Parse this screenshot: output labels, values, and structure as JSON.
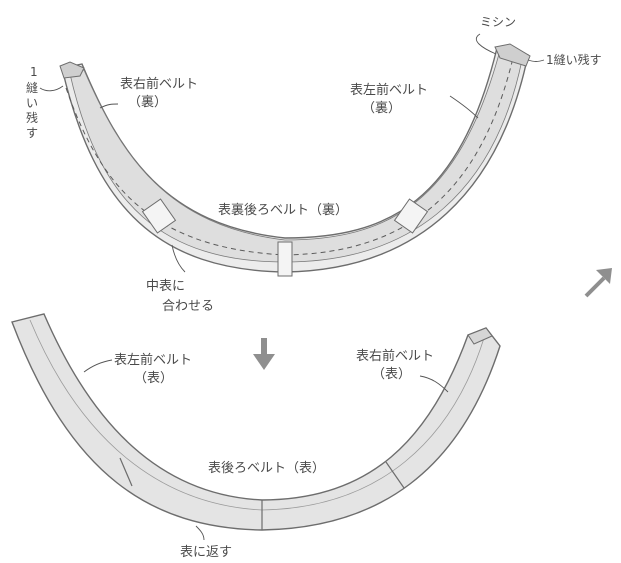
{
  "upper": {
    "left_edge_note_line1": "1",
    "left_edge_note_line2": "縫",
    "left_edge_note_line3": "い",
    "left_edge_note_line4": "残",
    "left_edge_note_line5": "す",
    "right_front_label": "表右前ベルト",
    "right_front_side": "（裏）",
    "left_front_label": "表左前ベルト",
    "left_front_side": "（裏）",
    "machine_label": "ミシン",
    "right_edge_note": "1縫い残す",
    "back_belt_label": "表裏後ろベルト（裏）",
    "center_label_line1": "中表に",
    "center_label_line2": "合わせる"
  },
  "lower": {
    "left_front_label": "表左前ベルト",
    "left_front_side": "（表）",
    "right_front_label": "表右前ベルト",
    "right_front_side": "（表）",
    "back_belt_label": "表後ろベルト（表）",
    "turn_label": "表に返す"
  },
  "colors": {
    "belt_fill": "#e4e4e4",
    "belt_stroke": "#6d6d6d",
    "arrow": "#8f8f8f"
  },
  "icons": {
    "down_arrow": "arrow-down-icon",
    "diag_arrow": "arrow-up-right-icon"
  }
}
